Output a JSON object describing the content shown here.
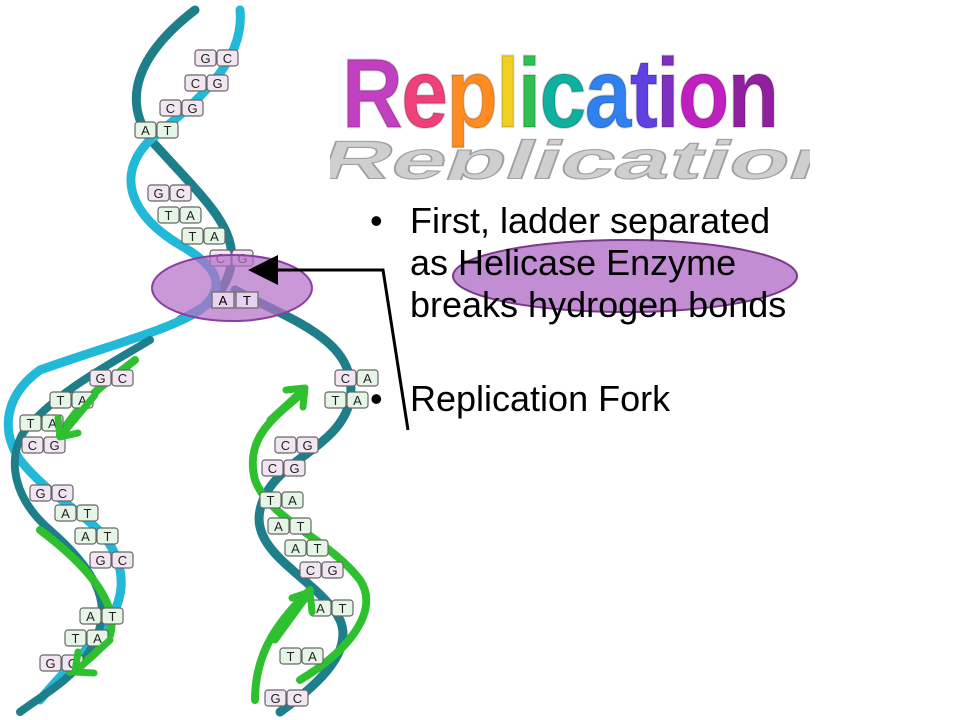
{
  "title": "Replication",
  "title_colors": [
    "#c040c0",
    "#f0407a",
    "#ff8c20",
    "#f0d020",
    "#30c050",
    "#10b0a0",
    "#3080f0",
    "#6040e0",
    "#8030c0",
    "#c020c0",
    "#9020a0"
  ],
  "bullets": [
    {
      "line1": "First, ladder separated",
      "line2a": "as ",
      "line2b": "Helicase Enzyme",
      "line3": "breaks hydrogen bonds"
    },
    {
      "line1": "Replication Fork"
    }
  ],
  "bullet_char": "•",
  "base_labels": {
    "top": [
      [
        "G",
        "C"
      ],
      [
        "C",
        "G"
      ],
      [
        "C",
        "G"
      ],
      [
        "A",
        "T"
      ],
      [
        "G",
        "C"
      ],
      [
        "T",
        "A"
      ],
      [
        "T",
        "A"
      ],
      [
        "C",
        "G"
      ],
      [
        "A",
        "T"
      ]
    ],
    "left": [
      [
        "G",
        "C"
      ],
      [
        "T",
        "A"
      ],
      [
        "T",
        "A"
      ],
      [
        "C",
        "G"
      ],
      [
        "G",
        "C"
      ],
      [
        "A",
        "T"
      ],
      [
        "A",
        "T"
      ],
      [
        "G",
        "C"
      ],
      [
        "A",
        "T"
      ],
      [
        "T",
        "A"
      ],
      [
        "G",
        "C"
      ]
    ],
    "right": [
      [
        "C",
        "A"
      ],
      [
        "T",
        "A"
      ],
      [
        "C",
        "G"
      ],
      [
        "C",
        "G"
      ],
      [
        "T",
        "A"
      ],
      [
        "A",
        "T"
      ],
      [
        "A",
        "T"
      ],
      [
        "C",
        "G"
      ],
      [
        "A",
        "T"
      ],
      [
        "T",
        "A"
      ],
      [
        "G",
        "C"
      ]
    ]
  },
  "colors": {
    "strand_blue": "#22b8d8",
    "strand_teal": "#1e7f8a",
    "strand_green": "#2ec02e",
    "highlight": "#b470c8"
  }
}
